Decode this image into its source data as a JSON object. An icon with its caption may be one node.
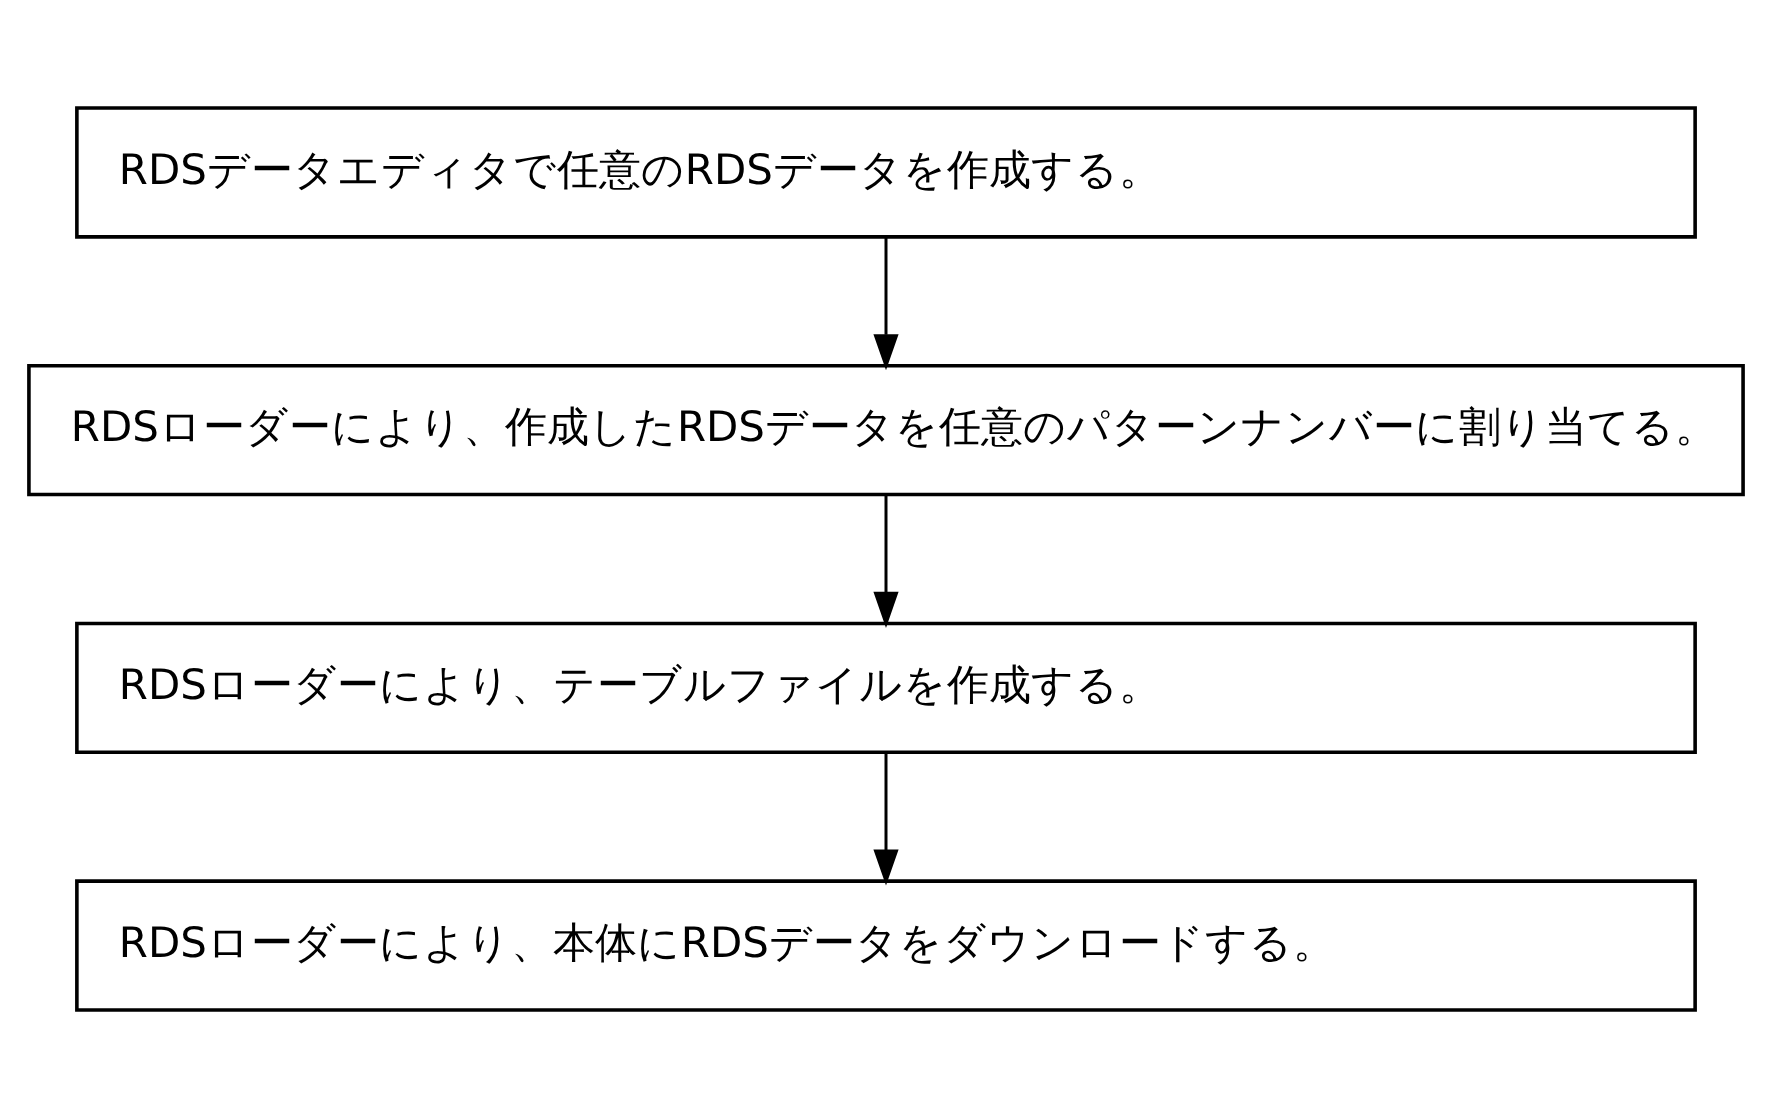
{
  "diagram": {
    "nodes": [
      {
        "text": [
          "RDSデータエディタで任意のRDSデータを作成する。"
        ]
      },
      {
        "text": [
          "RDSローダーにより、作成したRDSデータを任意のパターンナンバーに割り当てる。"
        ]
      },
      {
        "text": [
          "RDSローダーにより、テーブルファイルを作成する。"
        ]
      },
      {
        "text": [
          "RDSローダーにより、本体にRDSデータをダウンロードする。"
        ]
      }
    ],
    "edges": [
      {
        "from": 0,
        "to": 1,
        "arrow": "to"
      },
      {
        "from": 1,
        "to": 2,
        "arrow": "to"
      },
      {
        "from": 2,
        "to": 3,
        "arrow": "to"
      }
    ]
  }
}
